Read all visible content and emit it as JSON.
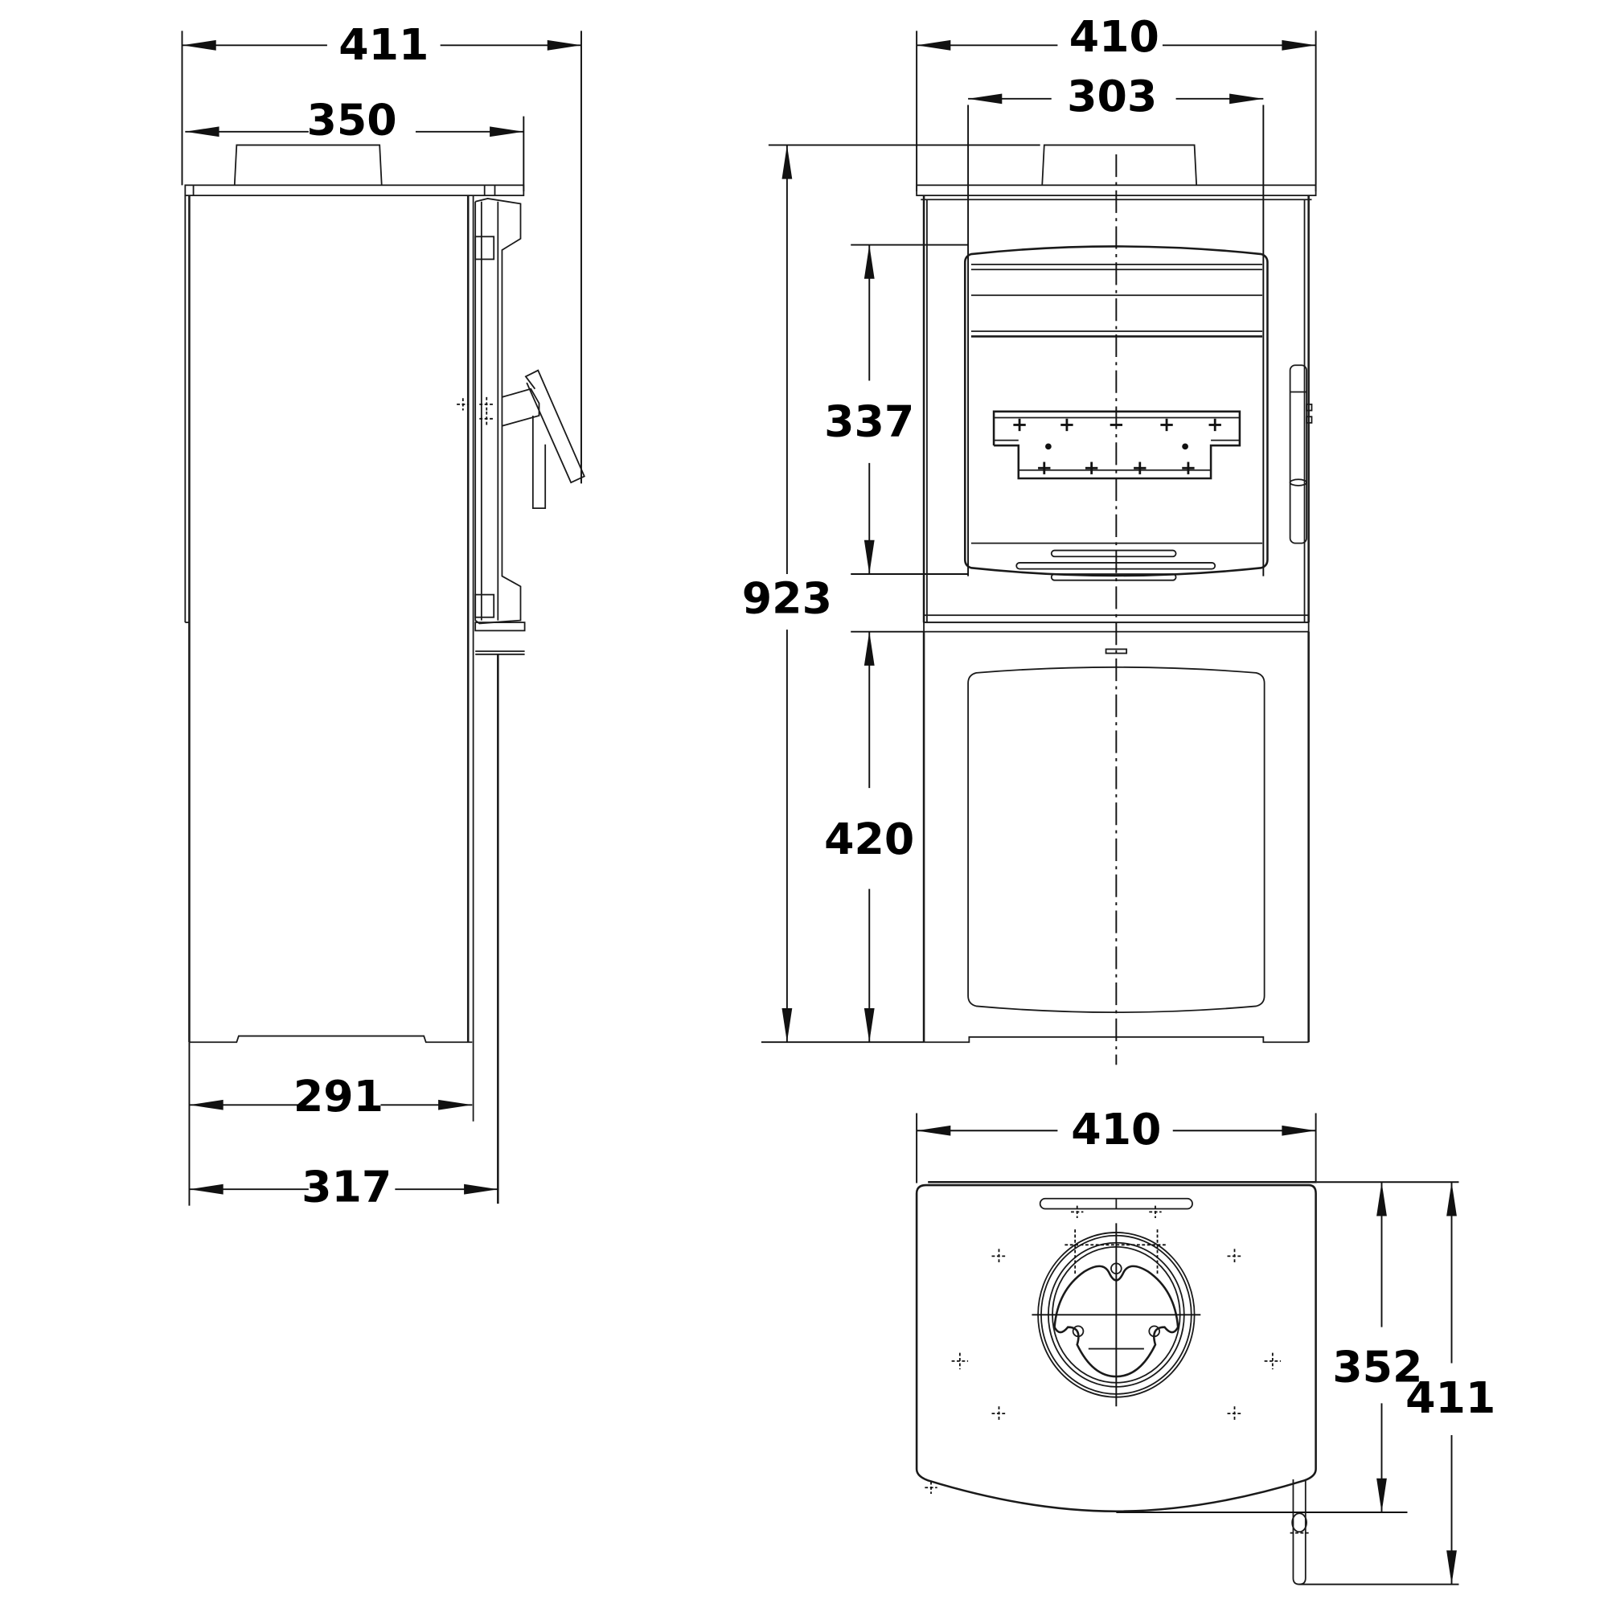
{
  "drawing": {
    "subject": "Wood-burning stove on log-store base",
    "units": "mm",
    "colors": {
      "line": "#1a1a1a",
      "background": "#ffffff"
    }
  },
  "side_view": {
    "dimensions": {
      "overall_depth": "411",
      "top_plate_depth": "350",
      "base_depth": "291",
      "body_depth": "317"
    }
  },
  "front_view": {
    "dimensions": {
      "overall_width": "410",
      "door_width": "303",
      "overall_height": "923",
      "door_height": "337",
      "base_height": "420"
    }
  },
  "top_view": {
    "dimensions": {
      "overall_width": "410",
      "flue_to_front": "352",
      "overall_depth": "411"
    }
  }
}
